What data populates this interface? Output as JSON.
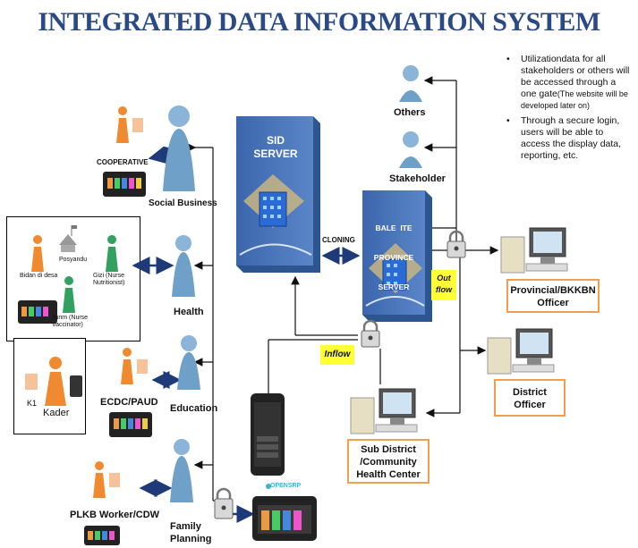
{
  "title": "INTEGRATED DATA INFORMATION SYSTEM",
  "notes": [
    {
      "text": "Utilizationdata for all stakeholders or others will be accessed through a one gate",
      "small": "(The website will be developed later on)"
    },
    {
      "text": "Through a secure login, users will be able to access the display data, reporting, etc.",
      "small": ""
    }
  ],
  "servers": {
    "sid": [
      "SID",
      "SERVER"
    ],
    "province": [
      "BALE  ITE",
      "PROVINCE",
      "SERVER"
    ]
  },
  "labels": {
    "cloning": "CLONING",
    "outflow": [
      "Out",
      "flow"
    ],
    "inflow": "Inflow",
    "others": "Others",
    "stakeholder": "Stakeholder",
    "cooperative": "COOPERATIVE",
    "social_business": "Social Business",
    "posyandu": "Posyandu",
    "bidan": "Bidan di desa",
    "gizi": "Gizi (Nurse Nutritionist)",
    "jurim": "Jurim (Nurse Vaccinator)",
    "health": "Health",
    "k1": "K1",
    "kader": "Kader",
    "ecdc": "ECDC/PAUD",
    "education": "Education",
    "plkb": "PLKB Worker/CDW",
    "family_planning": [
      "Family",
      "Planning"
    ],
    "opensrp": "OPENSRP",
    "provincial": [
      "Provincial/BKKBN",
      "Officer"
    ],
    "district": [
      "District",
      "Officer"
    ],
    "subdistrict": [
      "Sub District",
      "/Community",
      "Health Center"
    ]
  },
  "colors": {
    "title": "#2a4a86",
    "server": "#4a73b5",
    "person": "#6fa0c8",
    "worker": "#f08a30",
    "arrow": "#1f3a78",
    "box_border": "#f0a050",
    "highlight": "#ffff33"
  }
}
